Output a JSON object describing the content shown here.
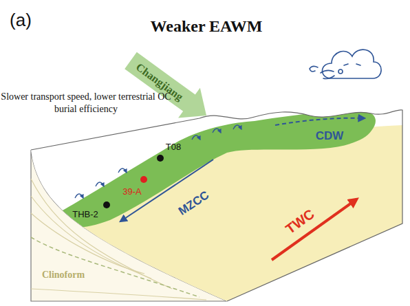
{
  "diagram": {
    "title": "Weaker EAWM",
    "labels": [
      "(a)",
      "Changjiang",
      "Slower transport speed, lower terrestrial OC burial efficiency",
      "CDW",
      "T08",
      "39-A",
      "THB-2",
      "MZCC",
      "TWC",
      "Clinoform"
    ]
  }
}
